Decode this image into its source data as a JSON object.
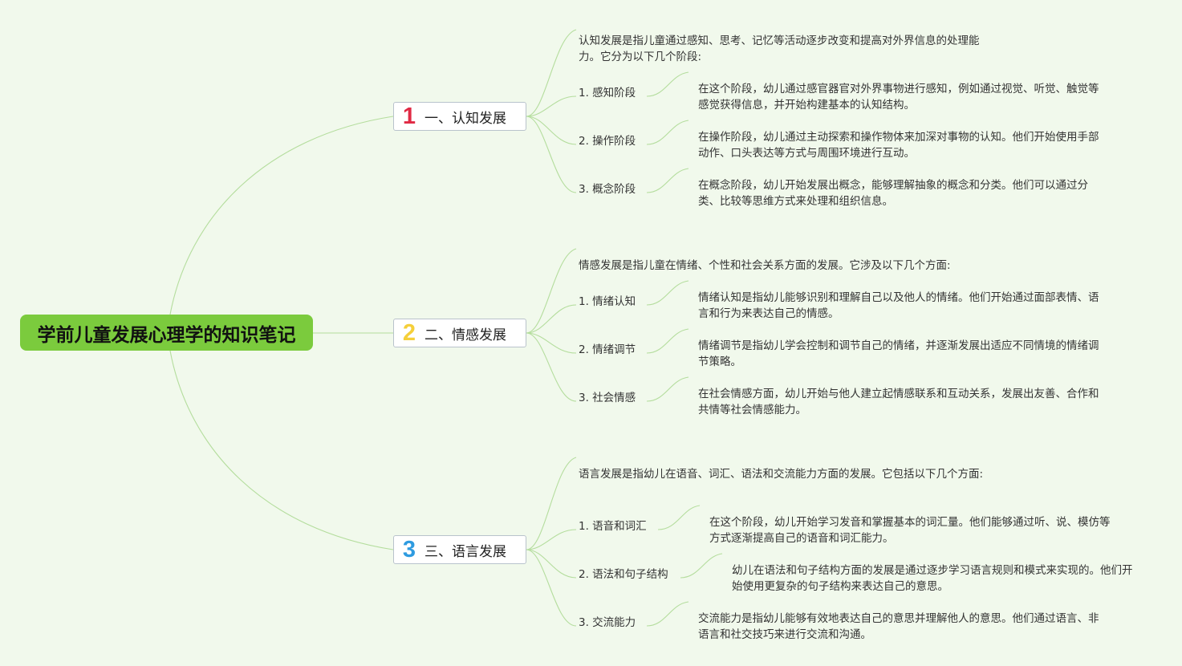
{
  "title": "学前儿童发展心理学的知识笔记",
  "branches": [
    {
      "number": "1",
      "label": "一、认知发展",
      "color": "#e02a44",
      "intro": "认知发展是指儿童通过感知、思考、记忆等活动逐步改变和提高对外界信息的处理能力。它分为以下几个阶段:",
      "items": [
        {
          "label": "1. 感知阶段",
          "desc": "在这个阶段，幼儿通过感官器官对外界事物进行感知，例如通过视觉、听觉、触觉等感觉获得信息，并开始构建基本的认知结构。"
        },
        {
          "label": "2. 操作阶段",
          "desc": "在操作阶段，幼儿通过主动探索和操作物体来加深对事物的认知。他们开始使用手部动作、口头表达等方式与周围环境进行互动。"
        },
        {
          "label": "3. 概念阶段",
          "desc": "在概念阶段，幼儿开始发展出概念，能够理解抽象的概念和分类。他们可以通过分类、比较等思维方式来处理和组织信息。"
        }
      ]
    },
    {
      "number": "2",
      "label": "二、情感发展",
      "color": "#f5cf3a",
      "intro": "情感发展是指儿童在情绪、个性和社会关系方面的发展。它涉及以下几个方面:",
      "items": [
        {
          "label": "1. 情绪认知",
          "desc": "情绪认知是指幼儿能够识别和理解自己以及他人的情绪。他们开始通过面部表情、语言和行为来表达自己的情感。"
        },
        {
          "label": "2. 情绪调节",
          "desc": "情绪调节是指幼儿学会控制和调节自己的情绪，并逐渐发展出适应不同情境的情绪调节策略。"
        },
        {
          "label": "3. 社会情感",
          "desc": "在社会情感方面，幼儿开始与他人建立起情感联系和互动关系，发展出友善、合作和共情等社会情感能力。"
        }
      ]
    },
    {
      "number": "3",
      "label": "三、语言发展",
      "color": "#2e9be0",
      "intro": "语言发展是指幼儿在语音、词汇、语法和交流能力方面的发展。它包括以下几个方面:",
      "items": [
        {
          "label": "1. 语音和词汇",
          "desc": "在这个阶段，幼儿开始学习发音和掌握基本的词汇量。他们能够通过听、说、模仿等方式逐渐提高自己的语音和词汇能力。"
        },
        {
          "label": "2. 语法和句子结构",
          "desc": "幼儿在语法和句子结构方面的发展是通过逐步学习语言规则和模式来实现的。他们开始使用更复杂的句子结构来表达自己的意思。"
        },
        {
          "label": "3. 交流能力",
          "desc": "交流能力是指幼儿能够有效地表达自己的意思并理解他人的意思。他们通过语言、非语言和社交技巧来进行交流和沟通。"
        }
      ]
    }
  ],
  "colors": {
    "background": "#f1f9ec",
    "root": "#7bcb3d",
    "link": "#b4dd9d"
  }
}
